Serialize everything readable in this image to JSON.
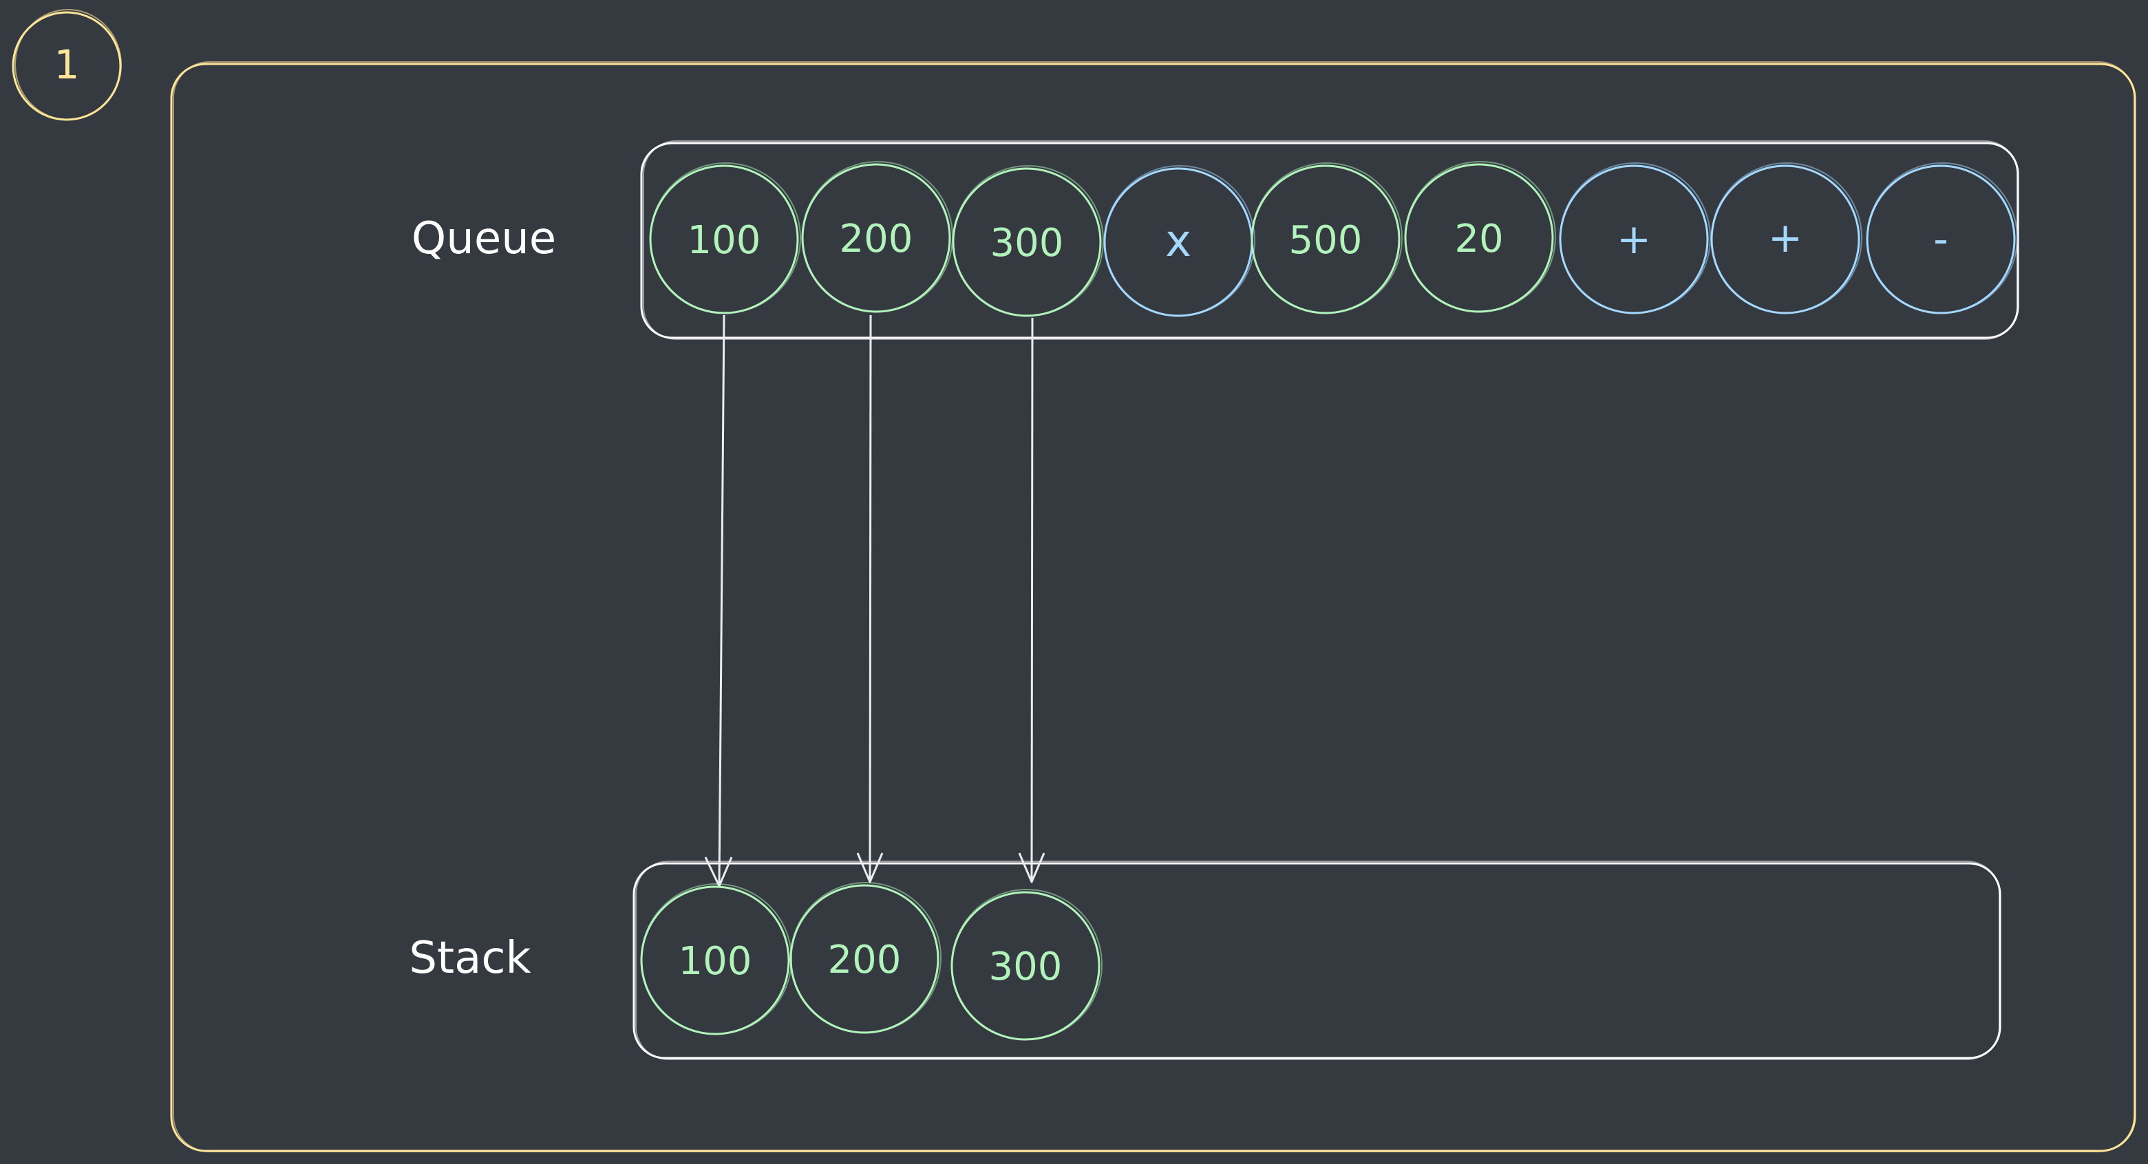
{
  "colors": {
    "background": "#343a40",
    "frame": "#ffe599",
    "box": "#ffffff",
    "value": "#b2f2bb",
    "operator": "#a5d8ff",
    "arrow": "#e9ecef",
    "label": "#ffffff"
  },
  "step": {
    "number": "1"
  },
  "queue": {
    "label": "Queue",
    "items": [
      {
        "text": "100",
        "kind": "value"
      },
      {
        "text": "200",
        "kind": "value"
      },
      {
        "text": "300",
        "kind": "value"
      },
      {
        "text": "x",
        "kind": "operator"
      },
      {
        "text": "500",
        "kind": "value"
      },
      {
        "text": "20",
        "kind": "value"
      },
      {
        "text": "+",
        "kind": "operator"
      },
      {
        "text": "+",
        "kind": "operator"
      },
      {
        "text": "-",
        "kind": "operator"
      }
    ]
  },
  "stack": {
    "label": "Stack",
    "items": [
      {
        "text": "100",
        "kind": "value"
      },
      {
        "text": "200",
        "kind": "value"
      },
      {
        "text": "300",
        "kind": "value"
      }
    ]
  },
  "arrows": [
    {
      "from": "queue.items.0",
      "to": "stack.items.0"
    },
    {
      "from": "queue.items.1",
      "to": "stack.items.1"
    },
    {
      "from": "queue.items.2",
      "to": "stack.items.2"
    }
  ]
}
